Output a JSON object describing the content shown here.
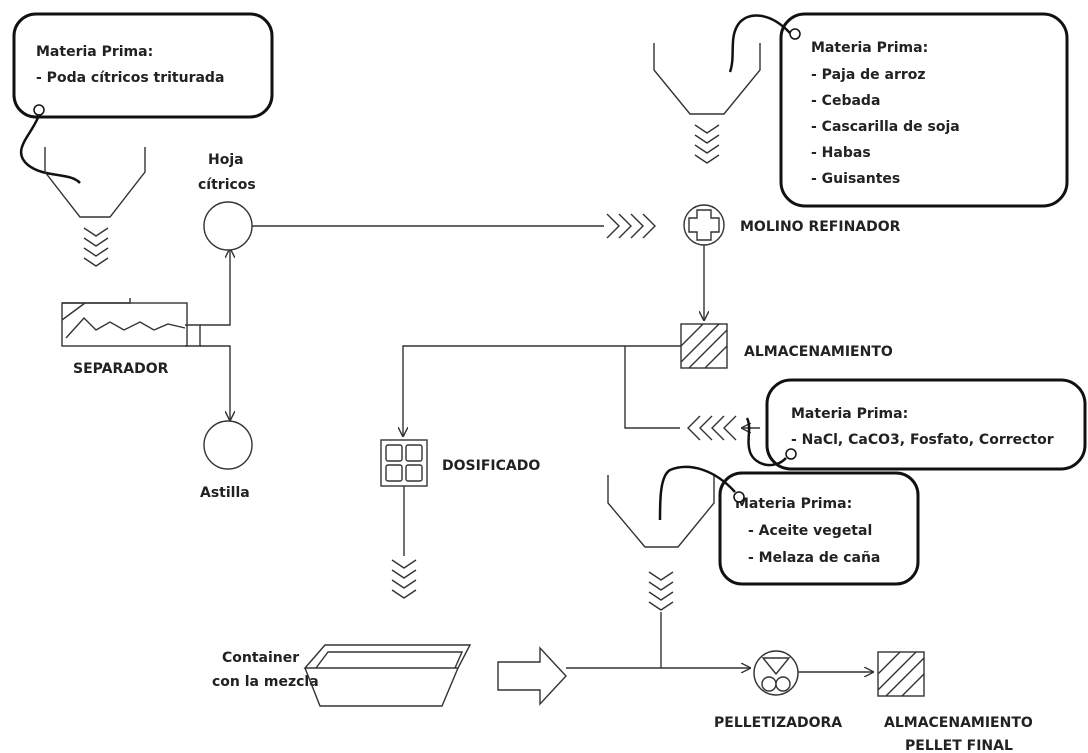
{
  "notes": {
    "poda": {
      "title": "Materia Prima:",
      "items": [
        "- Poda cítricos triturada"
      ]
    },
    "cereales": {
      "title": "Materia Prima:",
      "items": [
        "- Paja de arroz",
        "- Cebada",
        "- Cascarilla de soja",
        "- Habas",
        "- Guisantes"
      ]
    },
    "minerales": {
      "title": "Materia Prima:",
      "items": [
        "- NaCl, CaCO3, Fosfato, Corrector"
      ]
    },
    "liquidos": {
      "title": "Materia Prima:",
      "items": [
        "- Aceite vegetal",
        "- Melaza de caña"
      ]
    }
  },
  "labels": {
    "hoja_1": "Hoja",
    "hoja_2": "cítricos",
    "separador": "SEPARADOR",
    "astilla": "Astilla",
    "molino": "MOLINO REFINADOR",
    "almacenamiento": "ALMACENAMIENTO",
    "dosificado": "DOSIFICADO",
    "container_1": "Container",
    "container_2": "con la mezcla",
    "pelletizadora": "PELLETIZADORA",
    "almacen_final_1": "ALMACENAMIENTO",
    "almacen_final_2": "PELLET FINAL"
  }
}
